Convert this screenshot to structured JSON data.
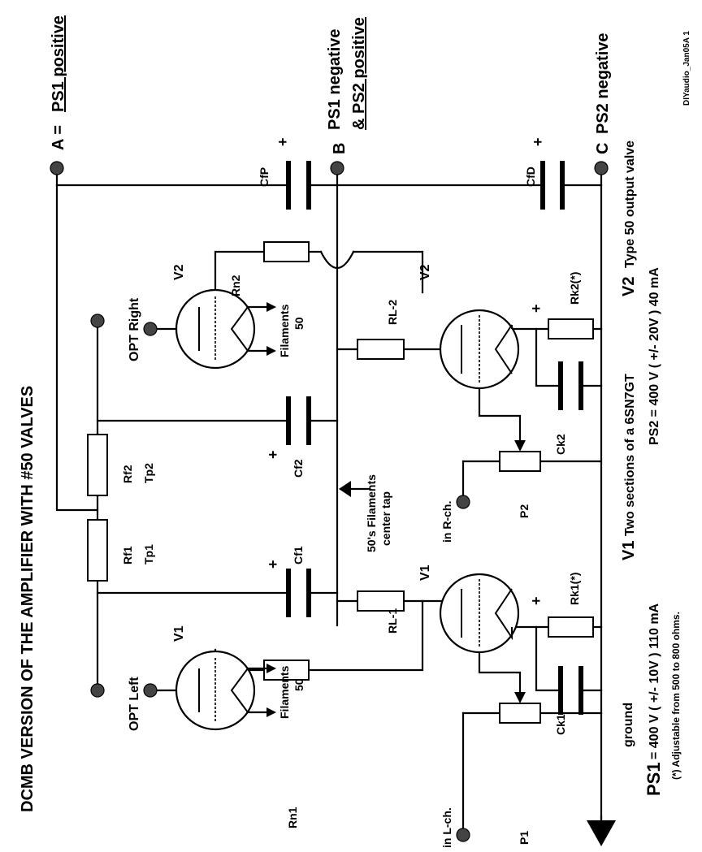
{
  "title": "DCMB VERSION OF THE AMPLIFIER WITH #50 VALVES",
  "side_code": "DIYaudio_Jan05A 1",
  "terminals": {
    "a_label": "A =",
    "a_desc": "PS1 positive",
    "b_label": "B",
    "b_desc_1": "PS1 negative",
    "b_desc_2": "& PS2 positive",
    "c_label": "C",
    "c_desc": "PS2 negative"
  },
  "components": {
    "opt_left": "OPT Left",
    "opt_right": "OPT Right",
    "v1_out": "V1",
    "v2_out": "V2",
    "v1_in": "V1",
    "v2_in": "V2",
    "filaments_left_1": "Filaments",
    "filaments_left_2": "50",
    "filaments_right_1": "Filaments",
    "filaments_right_2": "50",
    "rf1": "Rf1",
    "tp1": "Tp1",
    "rf2": "Rf2",
    "tp2": "Tp2",
    "rn1": "Rn1",
    "rn2": "Rn2",
    "rl1": "RL-1",
    "rl2": "RL-2",
    "rk1": "Rk1(*)",
    "rk2": "Rk2(*)",
    "ck1": "Ck1",
    "ck2": "Ck2",
    "cf1": "Cf1",
    "cf2": "Cf2",
    "cfp": "CfP",
    "cfd": "CfD",
    "p1": "P1",
    "p2": "P2",
    "in_l": "in L-ch.",
    "in_r": "in R-ch.",
    "ground": "ground",
    "center_tap_1": "50's Filaments",
    "center_tap_2": "center tap",
    "plus": "+"
  },
  "legend": {
    "v1_sym": "V1",
    "v1_desc": "Two sections of a 6SN7GT",
    "v2_sym": "V2",
    "v2_desc": "Type 50 output valve",
    "ps1_sym": "PS1",
    "ps1_desc": "= 400 V ( +/- 10V )  110 mA",
    "ps2_desc": "PS2 = 400 V ( +/- 20V ) 40 mA",
    "note": "(*) Adjustable from 500 to 800 ohms."
  }
}
